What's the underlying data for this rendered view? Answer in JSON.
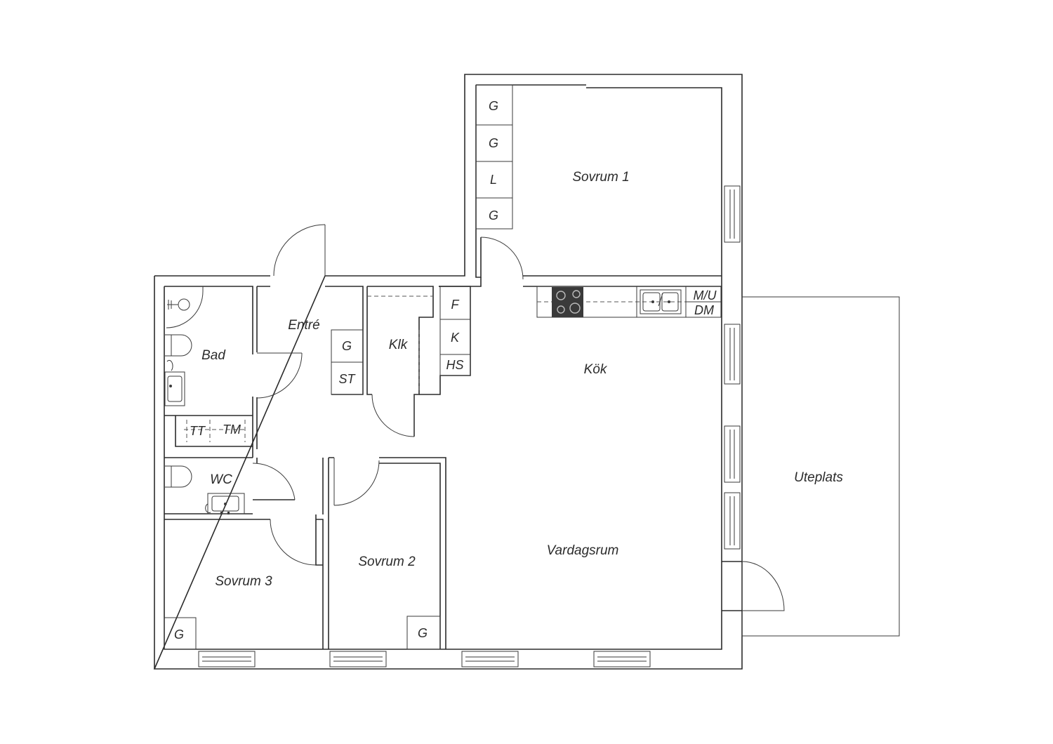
{
  "rooms": {
    "sovrum1": "Sovrum 1",
    "entre": "Entré",
    "bad": "Bad",
    "klk": "Klk",
    "kok": "Kök",
    "uteplats": "Uteplats",
    "wc": "WC",
    "vardagsrum": "Vardagsrum",
    "sovrum2": "Sovrum 2",
    "sovrum3": "Sovrum 3"
  },
  "fixtures": {
    "g": "G",
    "l": "L",
    "f": "F",
    "k": "K",
    "hs": "HS",
    "st": "ST",
    "tt": "TT",
    "tm": "TM",
    "mu": "M/U",
    "dm": "DM"
  }
}
